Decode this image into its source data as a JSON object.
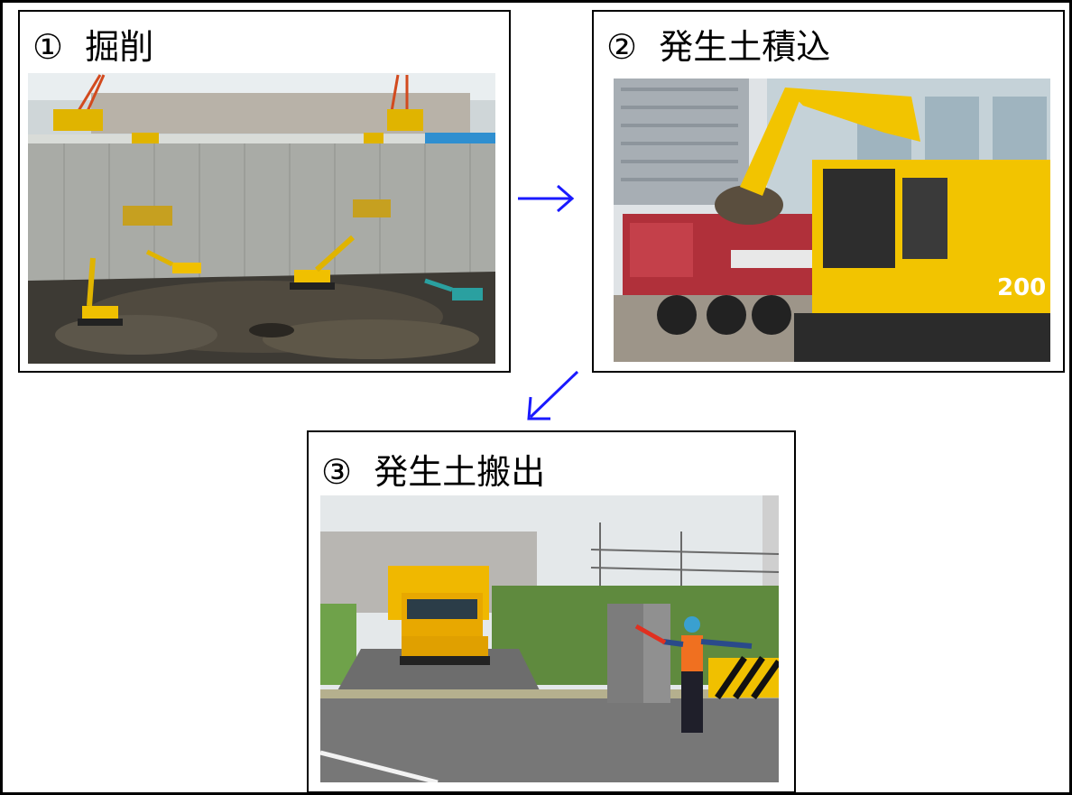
{
  "steps": [
    {
      "number": "①",
      "label": "掘削",
      "photo": "excavation-pit-photo"
    },
    {
      "number": "②",
      "label": "発生土積込",
      "photo": "soil-loading-photo"
    },
    {
      "number": "③",
      "label": "発生土搬出",
      "photo": "soil-hauling-photo"
    }
  ],
  "colors": {
    "arrow": "#1a1aff",
    "border": "#000000",
    "excavator_yellow": "#f2c400",
    "dump_truck_red": "#b0303a",
    "dump_truck_yellow": "#f0b800"
  },
  "icons": [
    "arrow-right-icon",
    "arrow-down-left-icon"
  ]
}
